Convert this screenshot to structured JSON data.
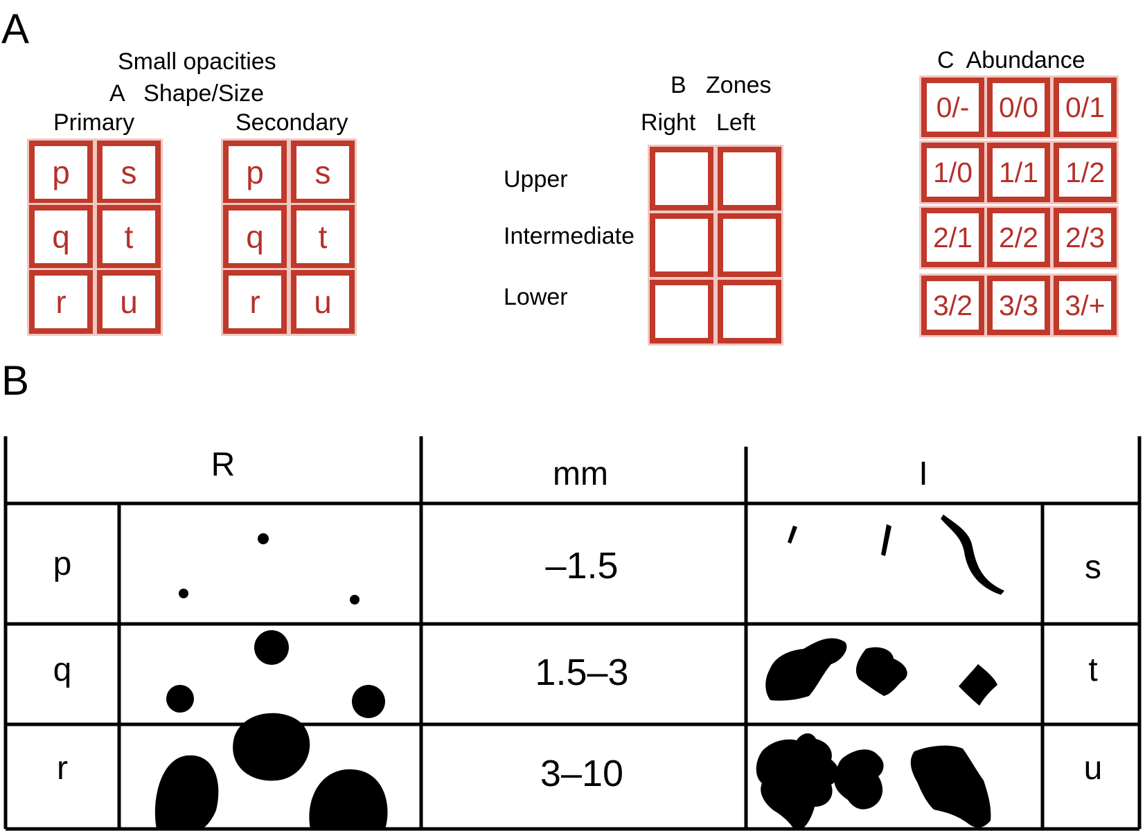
{
  "panel_a": {
    "letter": "A",
    "title": "Small opacities",
    "shape_size": {
      "heading": "A   Shape/Size",
      "primary": "Primary",
      "secondary": "Secondary",
      "letters": [
        "p",
        "s",
        "q",
        "t",
        "r",
        "u"
      ]
    },
    "zones": {
      "heading": "B   Zones",
      "right": "Right",
      "left": "Left",
      "rows": [
        "Upper",
        "Intermediate",
        "Lower"
      ]
    },
    "abundance": {
      "heading": "C  Abundance",
      "values": [
        "0/-",
        "0/0",
        "0/1",
        "1/0",
        "1/1",
        "1/2",
        "2/1",
        "2/2",
        "2/3",
        "3/2",
        "3/3",
        "3/+"
      ]
    },
    "accent_color": "#c0392b"
  },
  "panel_b": {
    "letter": "B",
    "headers": {
      "round": "R",
      "size": "mm",
      "irregular": "I"
    },
    "rows": [
      {
        "round_label": "p",
        "size": "–1.5",
        "irregular_label": "s"
      },
      {
        "round_label": "q",
        "size": "1.5–3",
        "irregular_label": "t"
      },
      {
        "round_label": "r",
        "size": "3–10",
        "irregular_label": "u"
      }
    ]
  }
}
